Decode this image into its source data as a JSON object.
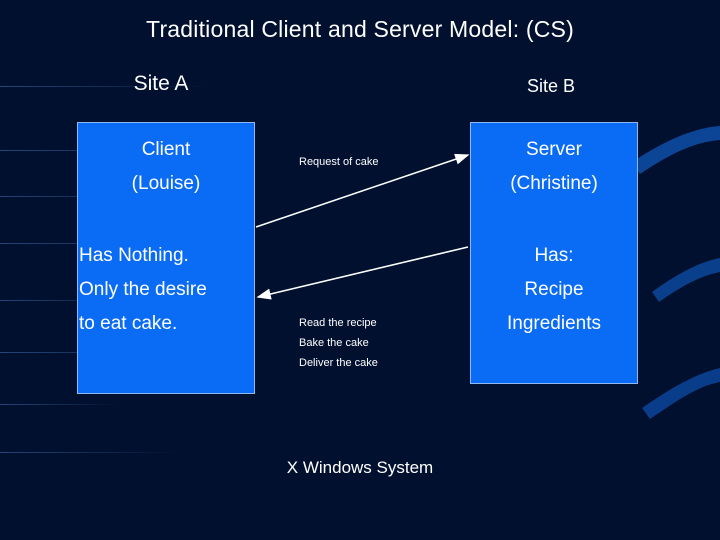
{
  "slide": {
    "title": "Traditional Client and Server Model: (CS)",
    "footer": "X Windows System",
    "sites": {
      "left_label": "Site A",
      "right_label": "Site B"
    },
    "client_box": {
      "name_line1": "Client",
      "name_line2": "(Louise)",
      "state_line1": "Has Nothing.",
      "state_line2": "Only the desire",
      "state_line3": "to eat cake."
    },
    "server_box": {
      "name_line1": "Server",
      "name_line2": "(Christine)",
      "state_line1": "Has:",
      "state_line2": "Recipe",
      "state_line3": "Ingredients"
    },
    "arrows": {
      "request_label": "Request of cake",
      "response_line1": "Read the recipe",
      "response_line2": "Bake the cake",
      "response_line3": "Deliver the cake"
    },
    "colors": {
      "box_fill": "#0a6bf4",
      "box_border": "#8fb9ee",
      "text": "#ffffff",
      "background": "#01102f"
    }
  }
}
